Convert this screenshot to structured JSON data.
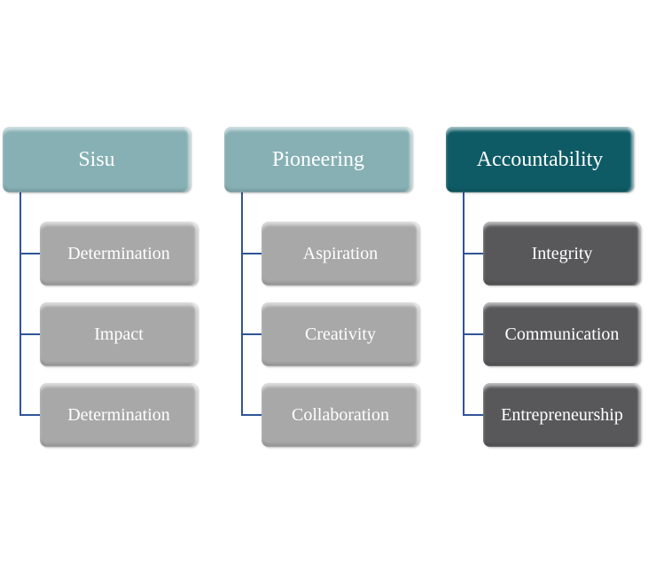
{
  "diagram": {
    "columns": [
      {
        "title": "Sisu",
        "color": "#86b0b4",
        "children": [
          "Determination",
          "Impact",
          "Determination"
        ],
        "child_color": "#a8a8a8"
      },
      {
        "title": "Pioneering",
        "color": "#86b0b4",
        "children": [
          "Aspiration",
          "Creativity",
          "Collaboration"
        ],
        "child_color": "#a8a8a8"
      },
      {
        "title": "Accountability",
        "color": "#0e5b66",
        "children": [
          "Integrity",
          "Communication",
          "Entrepreneurship"
        ],
        "child_color": "#58585a"
      }
    ],
    "connector_color": "#2f5597"
  }
}
